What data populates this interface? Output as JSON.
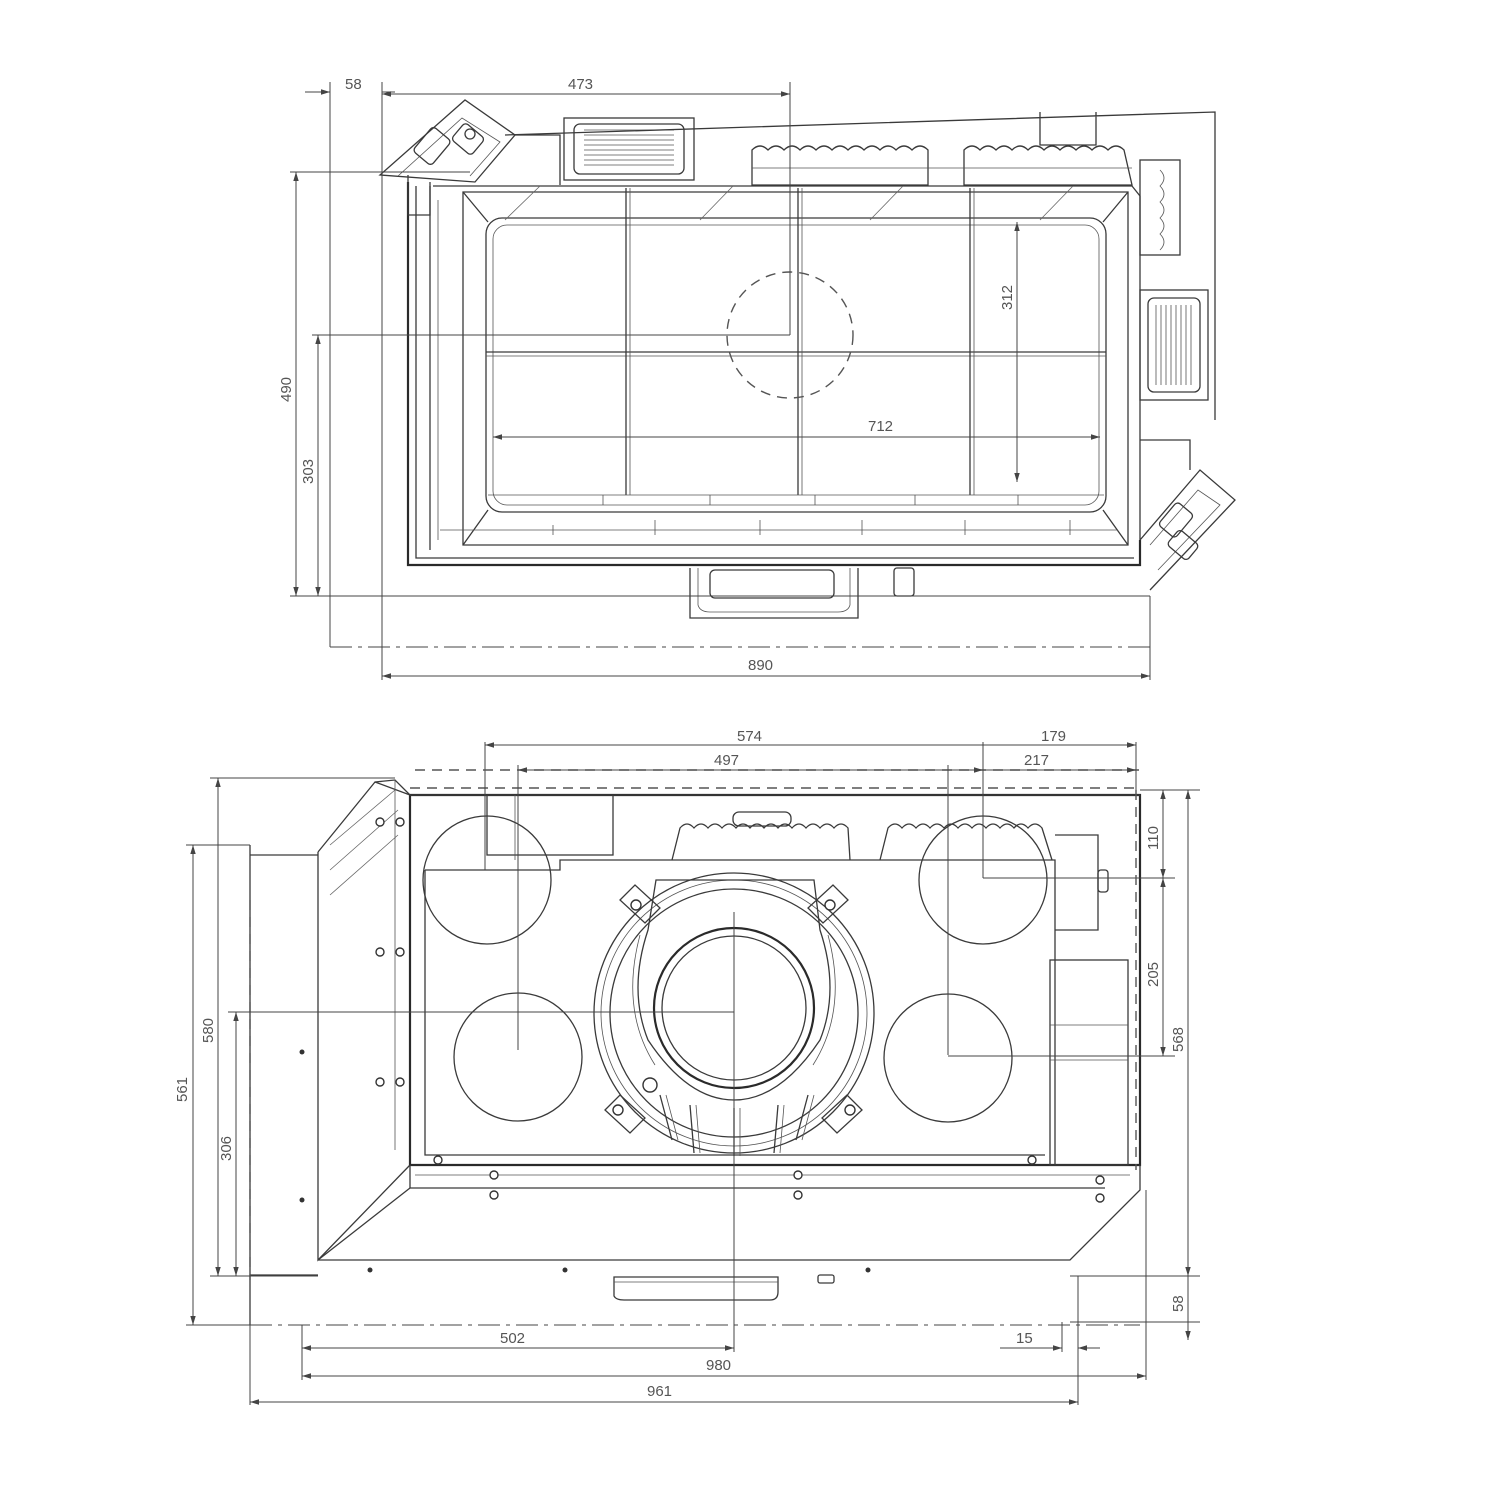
{
  "top_view": {
    "dims": {
      "d58": "58",
      "d473": "473",
      "d312": "312",
      "d490": "490",
      "d303": "303",
      "d712": "712",
      "d890": "890"
    }
  },
  "front_view": {
    "dims": {
      "d574": "574",
      "d179": "179",
      "d497": "497",
      "d217": "217",
      "d110": "110",
      "d205": "205",
      "d568": "568",
      "d580": "580",
      "d561": "561",
      "d306": "306",
      "d58": "58",
      "d502": "502",
      "d15": "15",
      "d980": "980",
      "d961": "961"
    }
  }
}
